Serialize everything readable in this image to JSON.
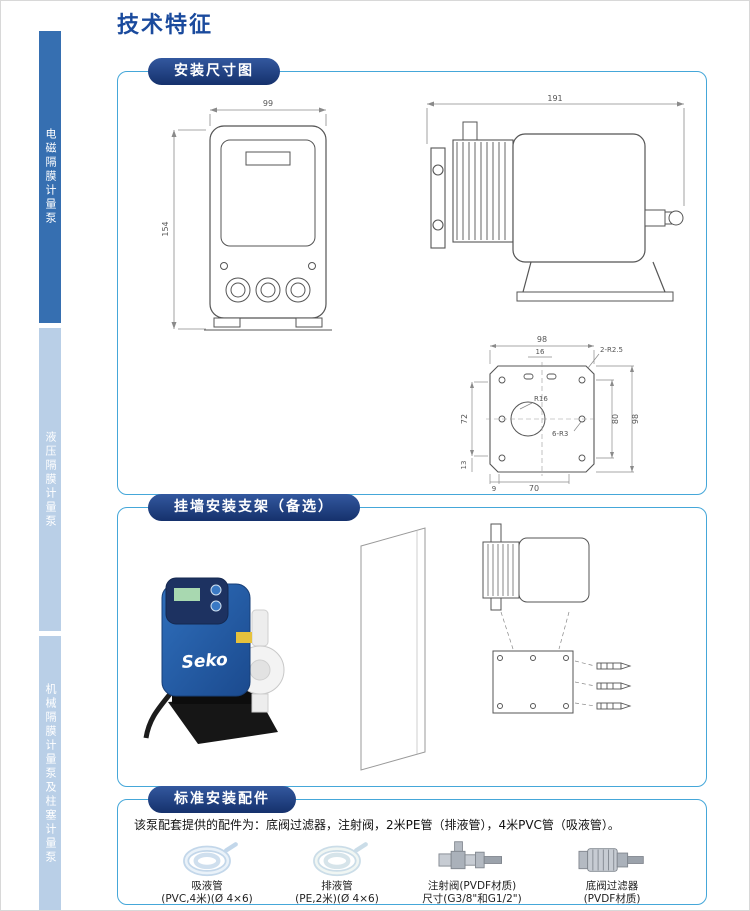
{
  "page": {
    "title": "技术特征"
  },
  "sidebar": {
    "items": [
      {
        "label": "电磁隔膜计量泵"
      },
      {
        "label": "液压隔膜计量泵"
      },
      {
        "label": "机械隔膜计量泵及柱塞计量泵"
      }
    ]
  },
  "sections": {
    "dimensions": {
      "header": "安装尺寸图"
    },
    "bracket": {
      "header": "挂墙安装支架（备选）"
    },
    "accessories": {
      "header": "标准安装配件"
    }
  },
  "dims": {
    "front_width": "99",
    "front_height": "154",
    "side_length": "191",
    "plate_width_top": "98",
    "slot_spacing": "16",
    "corner_holes": "2-R2.5",
    "center_arc": "R16",
    "six_holes": "6-R3",
    "left_height": "72",
    "right_inner": "80",
    "right_outer": "98",
    "bottom_left": "13",
    "bottom_offset": "9",
    "bottom_width": "70"
  },
  "photo": {
    "brand": "Seko"
  },
  "accessories": {
    "intro": "该泵配套提供的配件为：底阀过滤器，注射阀，2米PE管（排液管），4米PVC管（吸液管）。",
    "items": [
      {
        "line1": "吸液管",
        "line2": "(PVC,4米)(Ø 4×6)"
      },
      {
        "line1": "排液管",
        "line2": "(PE,2米)(Ø 4×6)"
      },
      {
        "line1": "注射阀(PVDF材质)",
        "line2": "尺寸(G3/8\"和G1/2\")"
      },
      {
        "line1": "底阀过滤器",
        "line2": "(PVDF材质)"
      }
    ]
  }
}
